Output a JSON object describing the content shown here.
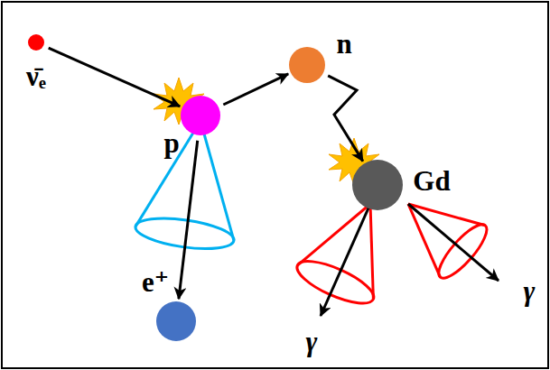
{
  "diagram": {
    "nodes": [
      {
        "text": [
          "ν̄ₑ"
        ]
      },
      {
        "text": [
          "p"
        ]
      },
      {
        "text": [
          "n"
        ]
      },
      {
        "text": [
          "Gd"
        ]
      },
      {
        "text": [
          "e⁺"
        ]
      }
    ],
    "edges": [
      {
        "from": 0,
        "to": 1,
        "arrow": "to"
      },
      {
        "from": 1,
        "to": 2,
        "arrow": "to"
      },
      {
        "from": 2,
        "to": 3,
        "arrow": "to"
      },
      {
        "from": 1,
        "to": 4,
        "arrow": "to"
      }
    ],
    "labels": [
      "γ",
      "γ"
    ]
  }
}
